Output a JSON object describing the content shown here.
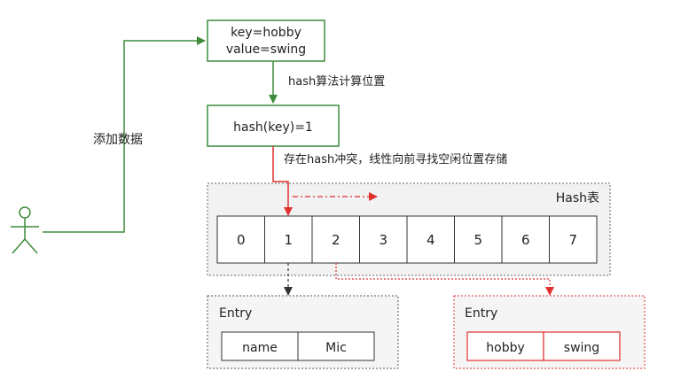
{
  "input_node": {
    "line1": "key=hobby",
    "line2": "value=swing"
  },
  "hash_node": {
    "label": "hash(key)=1"
  },
  "labels": {
    "add_data": "添加数据",
    "hash_compute": "hash算法计算位置",
    "collision": "存在hash冲突，线性向前寻找空闲位置存储",
    "hash_table": "Hash表"
  },
  "slots": [
    "0",
    "1",
    "2",
    "3",
    "4",
    "5",
    "6",
    "7"
  ],
  "entries": [
    {
      "title": "Entry",
      "key": "name",
      "value": "Mic"
    },
    {
      "title": "Entry",
      "key": "hobby",
      "value": "swing"
    }
  ],
  "colors": {
    "flow": "#3d8b3d",
    "collision": "#e03030",
    "border": "#555555",
    "panel_fill": "#f2f2f2",
    "entry_fill": "#f5f5f5"
  }
}
